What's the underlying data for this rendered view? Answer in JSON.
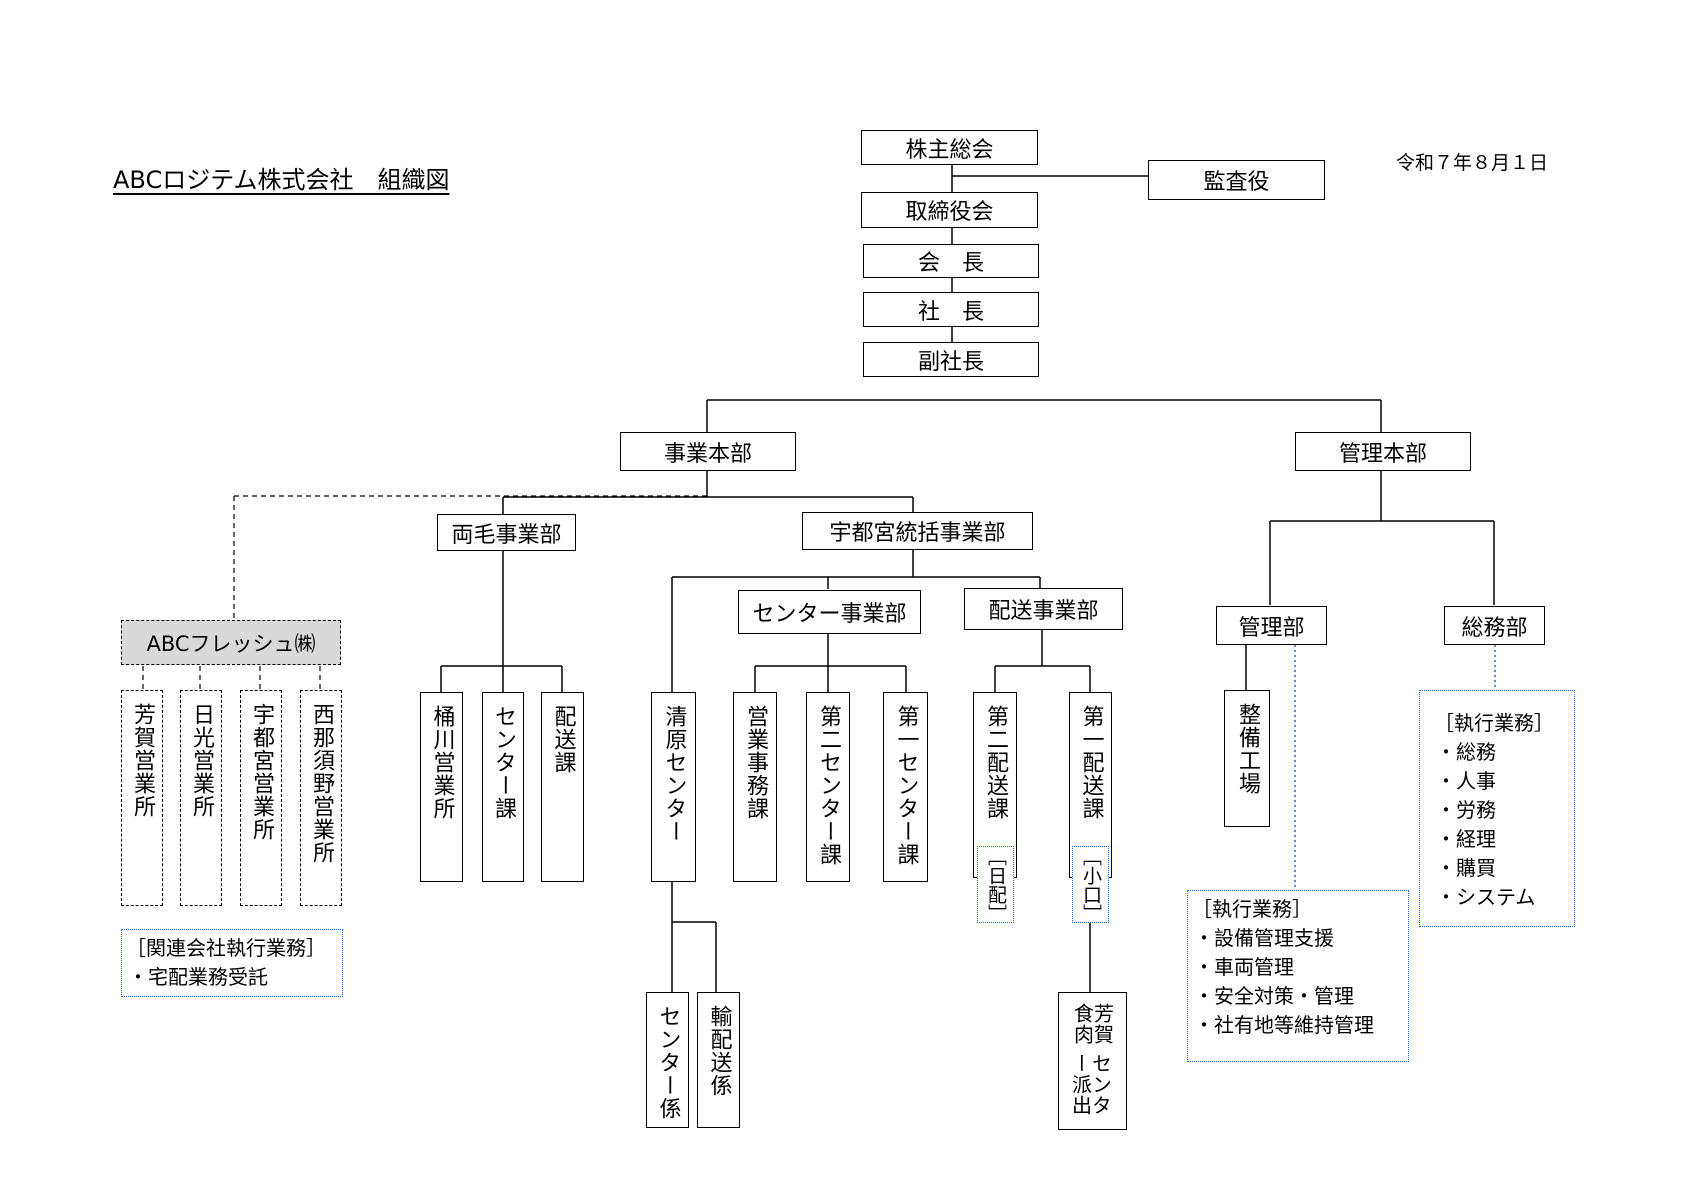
{
  "title": "ABCロジテム株式会社　組織図",
  "date": "令和７年８月１日",
  "nodes": {
    "shareholders": "株主総会",
    "auditor": "監査役",
    "board": "取締役会",
    "chairman": "会　長",
    "president": "社　長",
    "vice_president": "副社長",
    "business_hq": "事業本部",
    "admin_hq": "管理本部",
    "ryomo": "両毛事業部",
    "utsunomiya": "宇都宮統括事業部",
    "abc_fresh": "ABCフレッシュ㈱",
    "haga_office": "芳賀営業所",
    "nikko_office": "日光営業所",
    "utsunomiya_office": "宇都宮営業所",
    "nishinasuno_office": "西那須野営業所",
    "okegawa_office": "桶川営業所",
    "ryomo_center": "センター課",
    "ryomo_delivery": "配送課",
    "center_div": "センター事業部",
    "delivery_div": "配送事業部",
    "kiyohara_center": "清原センター",
    "sales_office_sec": "営業事務課",
    "center2": "第二センター課",
    "center1": "第一センター課",
    "delivery2": "第二配送課",
    "delivery1": "第一配送課",
    "center_staff": "センター係",
    "transport_staff": "輸配送係",
    "haga_meat_1": "芳賀食肉",
    "haga_meat_2": "センター派出",
    "admin_dept": "管理部",
    "general_affairs": "総務部",
    "maintenance": "整備工場"
  },
  "tags": {
    "nippai": "［日配］",
    "koguchi": "［小口］"
  },
  "notes": {
    "related": {
      "heading": "［関連会社執行業務］",
      "items": [
        "・宅配業務受託"
      ]
    },
    "admin": {
      "heading": "［執行業務］",
      "items": [
        "・設備管理支援",
        "・車両管理",
        "・安全対策・管理",
        "・社有地等維持管理"
      ]
    },
    "general": {
      "heading": "［執行業務］",
      "items": [
        "・総務",
        "・人事",
        "・労務",
        "・経理",
        "・購買",
        "・システム"
      ]
    }
  },
  "colors": {
    "line": "#000000",
    "note_border": "#1f6fd0",
    "affiliate_fill": "#d9d9d9"
  }
}
